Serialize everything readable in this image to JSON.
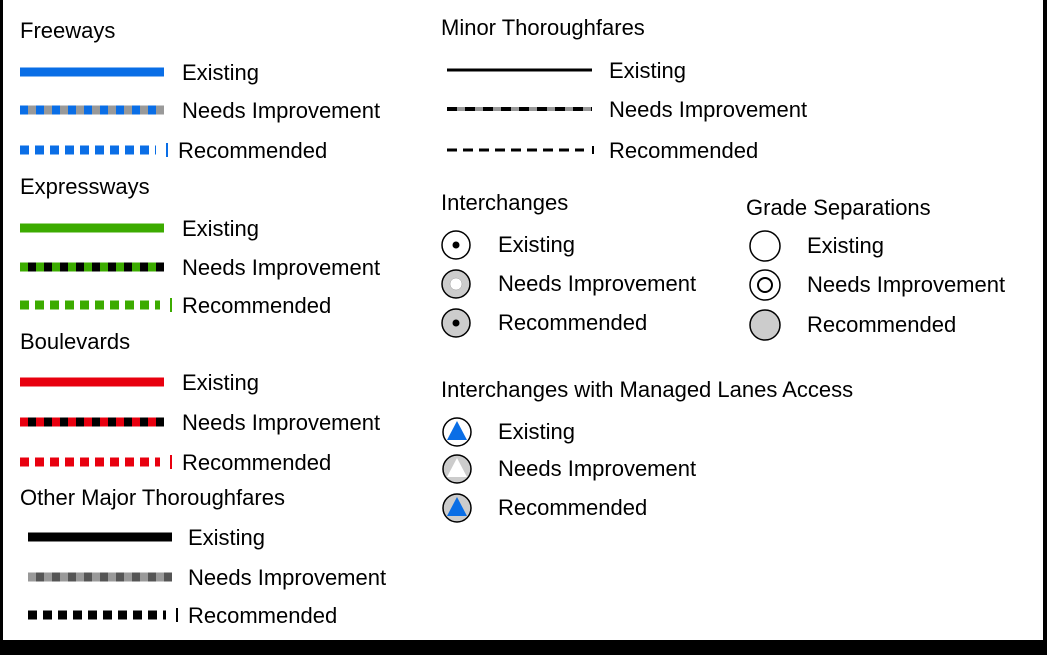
{
  "colors": {
    "freeway": "#0a6ee6",
    "expressway": "#3cab00",
    "boulevard": "#e8000f",
    "black": "#000000",
    "gray": "#999999",
    "lightgray": "#cccccc",
    "white": "#ffffff"
  },
  "status": {
    "existing": "Existing",
    "needs": "Needs Improvement",
    "recommended": "Recommended"
  },
  "categories": [
    {
      "title": "Freeways",
      "color": "#0a6ee6",
      "needs_gap": "#999999",
      "style": "major"
    },
    {
      "title": "Expressways",
      "color": "#3cab00",
      "needs_gap": "#000000",
      "style": "major"
    },
    {
      "title": "Boulevards",
      "color": "#e8000f",
      "needs_gap": "#000000",
      "style": "major"
    },
    {
      "title": "Other Major Thoroughfares",
      "color": "#000000",
      "needs_gap": "#999999",
      "style": "major-gray"
    },
    {
      "title": "Minor Thoroughfares",
      "color": "#000000",
      "needs_gap": "#999999",
      "style": "minor"
    }
  ],
  "interchanges": {
    "title": "Interchanges",
    "existing_icon": "circle-dot-icon",
    "needs_icon": "gray-ring-icon",
    "recommended_icon": "gray-circle-dot-icon"
  },
  "grade_separations": {
    "title": "Grade Separations",
    "existing_icon": "empty-circle-icon",
    "needs_icon": "double-ring-icon",
    "recommended_icon": "gray-circle-icon"
  },
  "managed_lanes": {
    "title": "Interchanges with Managed Lanes Access",
    "existing_icon": "blue-triangle-circle-icon",
    "needs_icon": "white-triangle-gray-circle-icon",
    "recommended_icon": "blue-triangle-gray-circle-icon"
  }
}
